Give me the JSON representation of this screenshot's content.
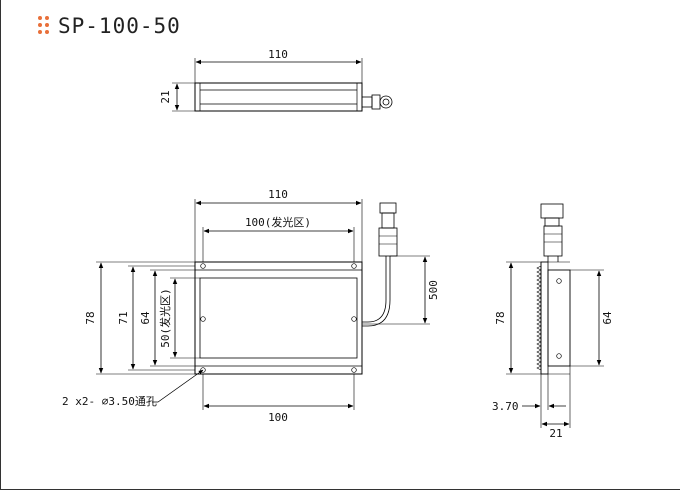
{
  "title": "SP-100-50",
  "colors": {
    "accent": "#e8703a",
    "line": "#000000"
  },
  "top_view": {
    "width": "110",
    "height": "21"
  },
  "front_view": {
    "width_outer": "110",
    "width_emitting": "100(发光区)",
    "height_outer": "78",
    "height_71": "71",
    "height_64": "64",
    "height_emitting": "50(发光区)",
    "cable_length": "500",
    "hole_pitch": "100",
    "hole_note": "2 x2- ∅3.50通孔"
  },
  "side_view": {
    "height_left": "78",
    "height_right": "64",
    "depth_small": "3.70",
    "depth": "21"
  }
}
